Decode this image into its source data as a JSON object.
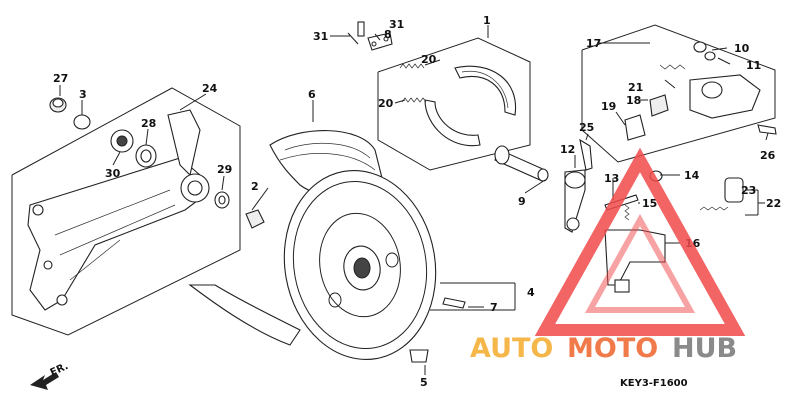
{
  "diagram_code": "KEY3-F1600",
  "direction_label": "FR.",
  "watermark": {
    "text_part1": "AUTO",
    "text_part2": "MOTO",
    "text_part3": "HUB",
    "colors": {
      "auto": "#f5b74a",
      "moto": "#f07a4a",
      "hub": "#8a8a8a",
      "triangle": "#f14b4b"
    }
  },
  "callouts": [
    "1",
    "2",
    "3",
    "4",
    "5",
    "6",
    "7",
    "8",
    "9",
    "10",
    "11",
    "12",
    "13",
    "14",
    "15",
    "16",
    "17",
    "18",
    "19",
    "20",
    "20",
    "21",
    "22",
    "23",
    "24",
    "25",
    "26",
    "27",
    "28",
    "29",
    "30",
    "31",
    "31"
  ]
}
